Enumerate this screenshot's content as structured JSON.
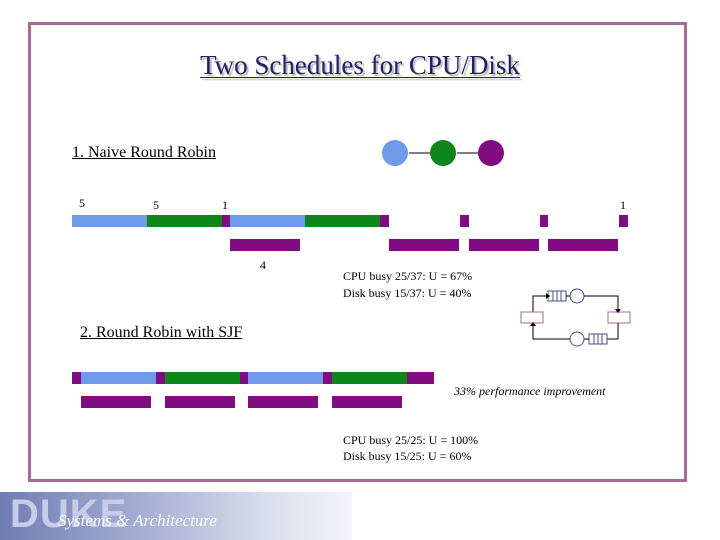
{
  "slide": {
    "title": "Two Schedules for CPU/Disk"
  },
  "colors": {
    "cpu_blue": "#6f9ae9",
    "cpu_green": "#10861a",
    "disk_purple": "#800d80",
    "frame": "#a56b94",
    "title": "#1f1f6b"
  },
  "section1": {
    "heading": "1. Naive Round Robin",
    "time_labels": [
      "5",
      "5",
      "1",
      "1",
      "4"
    ],
    "stats": [
      "CPU busy 25/37: U = 67%",
      "Disk busy 15/37: U = 40%"
    ]
  },
  "section2": {
    "heading": "2. Round Robin with SJF",
    "improvement": "33% performance improvement",
    "stats": [
      "CPU busy 25/25: U = 100%",
      "Disk busy 15/25: U = 60%"
    ]
  },
  "processes": [
    {
      "name": "blue-process-icon",
      "color": "#6f9ae9"
    },
    {
      "name": "green-process-icon",
      "color": "#10861a"
    },
    {
      "name": "purple-process-icon",
      "color": "#800d80"
    }
  ],
  "footer": {
    "logo": "DUKE",
    "text": "Systems & Architecture"
  }
}
